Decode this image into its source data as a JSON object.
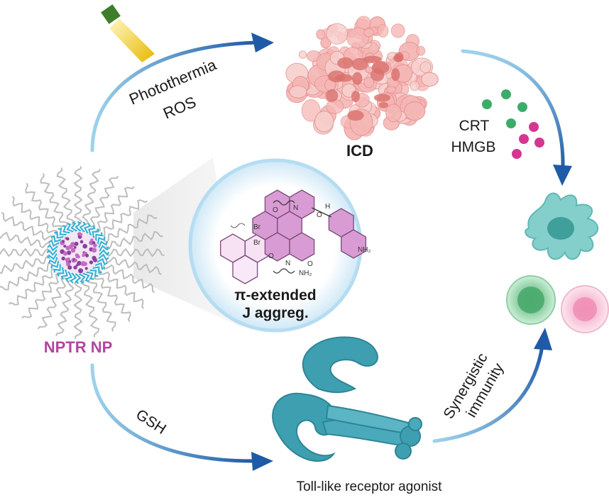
{
  "labels": {
    "photothermia": "Photothermia",
    "ros": "ROS",
    "icd": "ICD",
    "crt": "CRT",
    "hmgb": "HMGB",
    "nptr_np": "NPTR NP",
    "pi_extended": "π-extended",
    "j_aggreg": "J aggreg.",
    "gsh": "GSH",
    "synergistic": "Synergistic",
    "immunity": "immunity",
    "toll_like": "Toll-like receptor agonist"
  },
  "molecule": {
    "atom_br1": "Br",
    "atom_br2": "Br",
    "atom_n1": "N",
    "atom_n2": "N",
    "atom_h": "H",
    "atom_nh2_a": "NH₂",
    "atom_nh2_b": "NH₂",
    "atom_o1": "O",
    "atom_o2": "O",
    "atom_o3": "O",
    "atom_o4": "O"
  },
  "colors": {
    "arrow_blue": "#1f5aa6",
    "nptr_text": "#b0479f",
    "icd_pink": "#f0a7a5",
    "crt_green": "#3dac6a",
    "hmgb_magenta": "#d6368f",
    "dendritic_teal": "#6ac2bf",
    "receptor_teal": "#3d9fb0",
    "molecule_purple": "#cf8fca"
  }
}
